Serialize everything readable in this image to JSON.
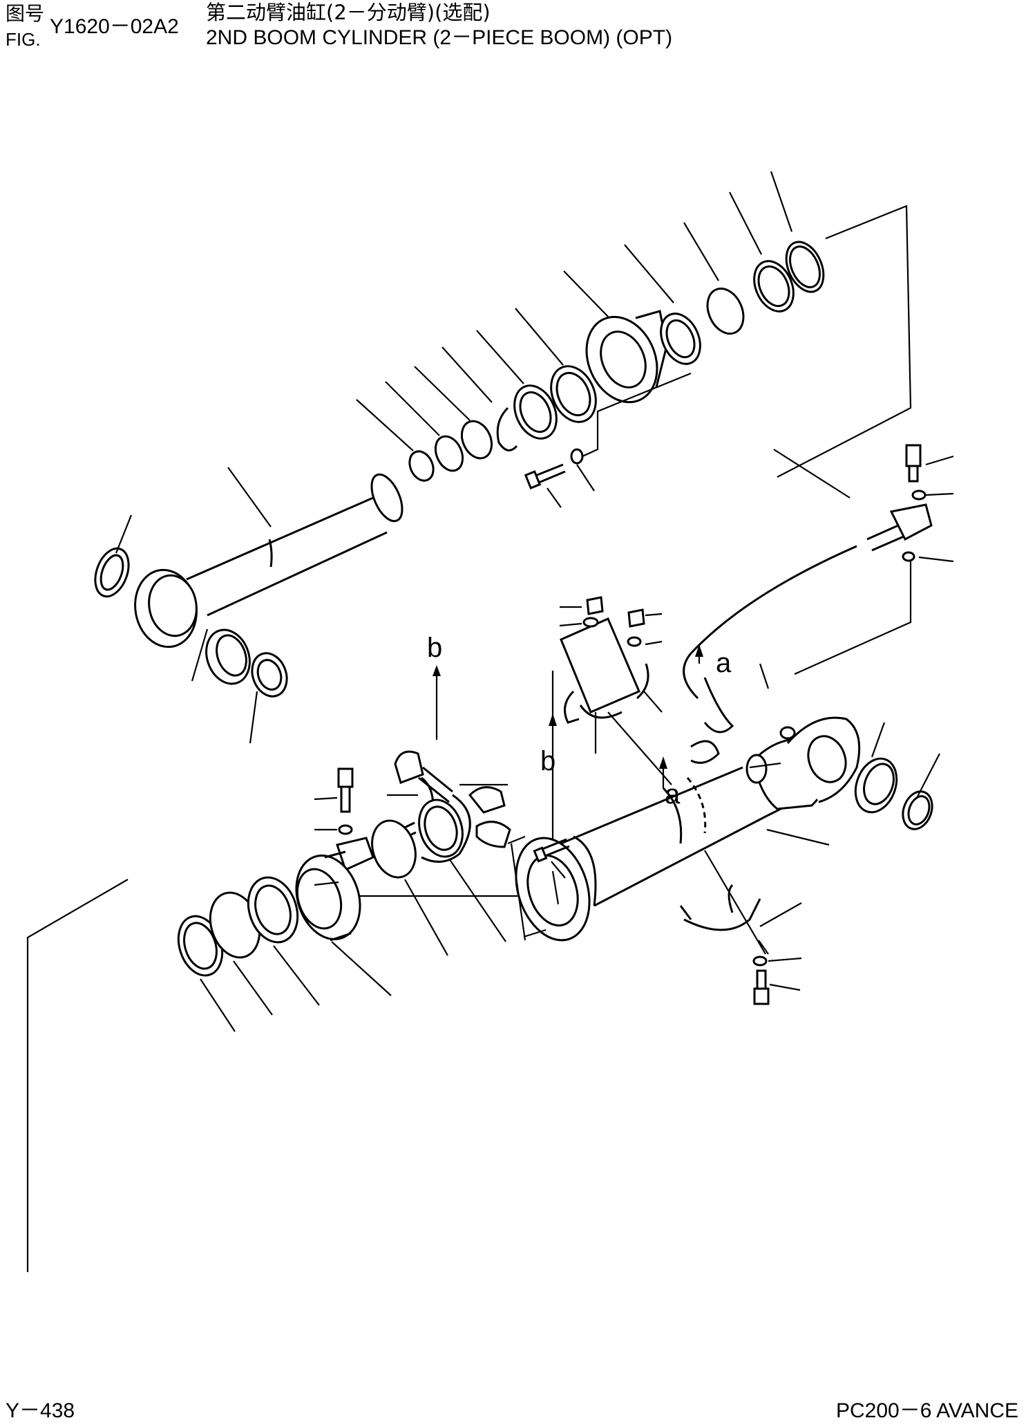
{
  "header": {
    "fig_label_cn": "图号",
    "fig_label_en": "FIG.",
    "fig_number": "Y1620－02A2",
    "title_cn": "第二动臂油缸(2－分动臂)(选配)",
    "title_en": "2ND BOOM CYLINDER (2－PIECE BOOM) (OPT)"
  },
  "diagram": {
    "callout_letters": {
      "a_upper": "a",
      "b_upper": "b",
      "a_lower": "a",
      "b_lower": "b"
    }
  },
  "footer": {
    "page": "Y－438",
    "model": "PC200－6 AVANCE"
  }
}
